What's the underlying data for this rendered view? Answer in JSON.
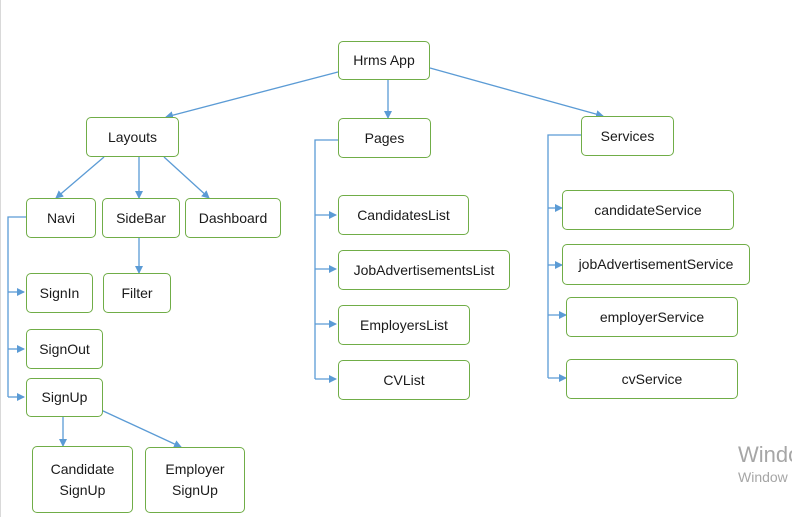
{
  "diagram": {
    "line_color": "#5b9bd5",
    "box_border_color": "#70ad47",
    "nodes": {
      "hrms_app": "Hrms App",
      "layouts": "Layouts",
      "pages": "Pages",
      "services": "Services",
      "navi": "Navi",
      "sidebar": "SideBar",
      "dashboard": "Dashboard",
      "signin": "SignIn",
      "filter": "Filter",
      "signout": "SignOut",
      "signup": "SignUp",
      "candidate_signup": [
        "Candidate",
        "SignUp"
      ],
      "employer_signup": [
        "Employer",
        "SignUp"
      ],
      "candidates_list": "CandidatesList",
      "job_ads_list": "JobAdvertisementsList",
      "employers_list": "EmployersList",
      "cv_list": "CVList",
      "candidate_service": "candidateService",
      "job_ad_service": "jobAdvertisementService",
      "employer_service": "employerService",
      "cv_service": "cvService"
    }
  },
  "watermark": {
    "title": "Windo",
    "subtitle": "Window"
  }
}
